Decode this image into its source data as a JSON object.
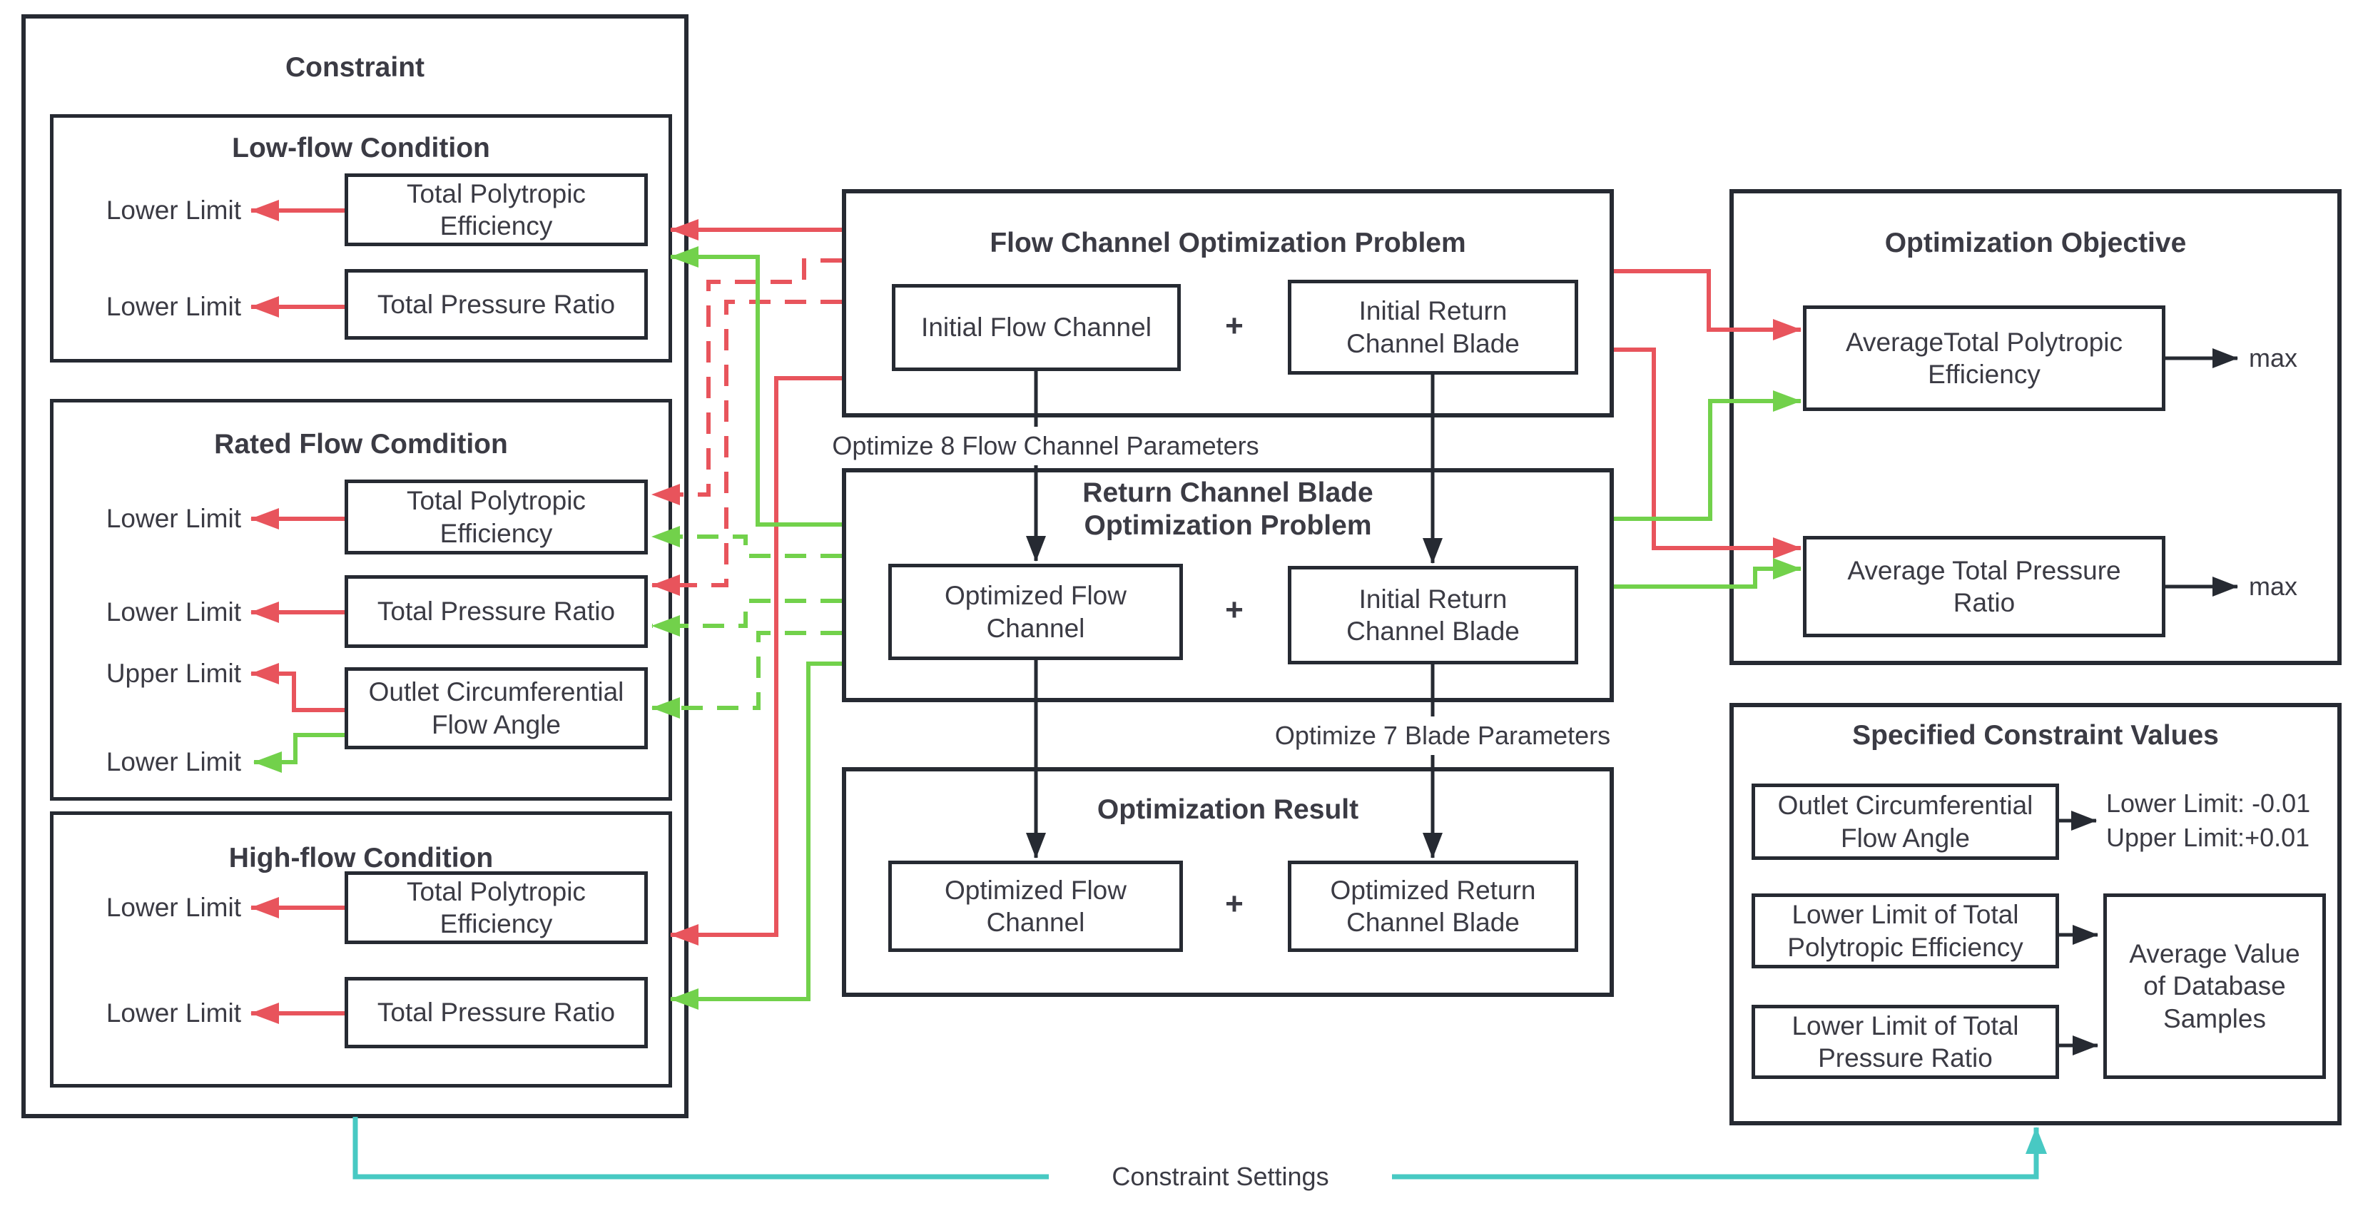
{
  "colors": {
    "line": "#262a32",
    "red": "#e8545c",
    "green": "#72d14b",
    "cyan": "#48c9c3",
    "text": "#3b3b44"
  },
  "constraint": {
    "title": "Constraint",
    "sections": [
      {
        "title": "Low-flow Condition",
        "rows": [
          {
            "box": "Total Polytropic\nEfficiency",
            "limit": "Lower Limit"
          },
          {
            "box": "Total Pressure Ratio",
            "limit": "Lower Limit"
          }
        ]
      },
      {
        "title": "Rated Flow Comdition",
        "rows": [
          {
            "box": "Total Polytropic\nEfficiency",
            "limit": "Lower Limit"
          },
          {
            "box": "Total Pressure Ratio",
            "limit": "Lower Limit"
          },
          {
            "box": "Outlet Circumferential\nFlow Angle",
            "limit_upper": "Upper Limit",
            "limit_lower": "Lower Limit"
          }
        ]
      },
      {
        "title": "High-flow Condition",
        "rows": [
          {
            "box": "Total Polytropic\nEfficiency",
            "limit": "Lower Limit"
          },
          {
            "box": "Total Pressure Ratio",
            "limit": "Lower Limit"
          }
        ]
      }
    ]
  },
  "pipeline": {
    "flow_problem": {
      "title": "Flow Channel Optimization Problem",
      "left": "Initial Flow Channel",
      "plus": "+",
      "right": "Initial Return\nChannel Blade"
    },
    "step1": "Optimize 8 Flow Channel Parameters",
    "blade_problem": {
      "title": "Return Channel Blade\nOptimization Problem",
      "left": "Optimized Flow\nChannel",
      "plus": "+",
      "right": "Initial Return\nChannel Blade"
    },
    "step2": "Optimize 7 Blade Parameters",
    "result": {
      "title": "Optimization Result",
      "left": "Optimized Flow\nChannel",
      "plus": "+",
      "right": "Optimized Return\nChannel Blade"
    }
  },
  "objective": {
    "title": "Optimization Objective",
    "items": [
      {
        "box": "AverageTotal Polytropic\nEfficiency",
        "target": "max"
      },
      {
        "box": "Average Total Pressure\nRatio",
        "target": "max"
      }
    ]
  },
  "specified": {
    "title": "Specified Constraint Values",
    "flow_angle": {
      "box": "Outlet Circumferential\nFlow Angle",
      "values": "Lower Limit: -0.01\nUpper Limit:+0.01"
    },
    "limits": [
      {
        "box": "Lower Limit of Total\nPolytropic Efficiency"
      },
      {
        "box": "Lower Limit of Total\nPressure Ratio"
      }
    ],
    "average": "Average Value\nof Database\nSamples"
  },
  "footer": {
    "label": "Constraint Settings"
  }
}
